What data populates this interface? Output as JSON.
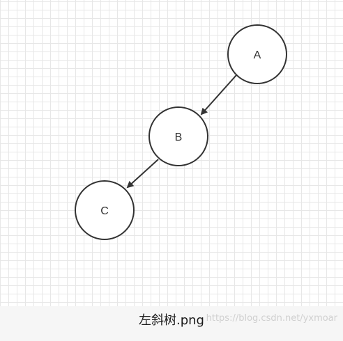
{
  "diagram": {
    "nodes": [
      {
        "id": "A",
        "label": "A"
      },
      {
        "id": "B",
        "label": "B"
      },
      {
        "id": "C",
        "label": "C"
      }
    ],
    "edges": [
      {
        "from": "A",
        "to": "B"
      },
      {
        "from": "B",
        "to": "C"
      }
    ]
  },
  "caption": "左斜树.png",
  "watermark": "https://blog.csdn.net/yxmoar"
}
